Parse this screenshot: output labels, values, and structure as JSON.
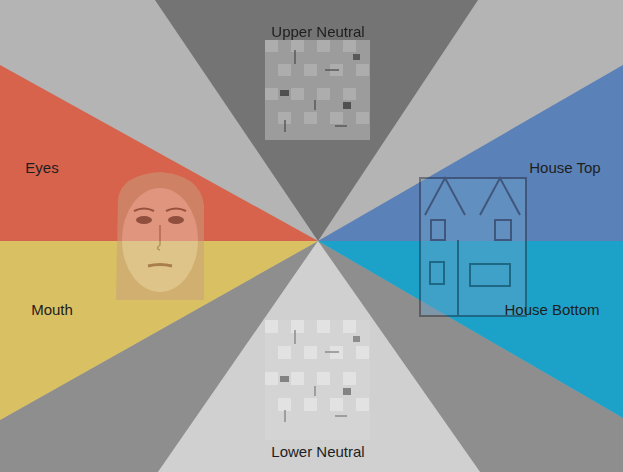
{
  "diagram": {
    "nodes": [
      {
        "text": [
          "Upper Neutral"
        ]
      },
      {
        "text": [
          "Eyes"
        ]
      },
      {
        "text": [
          "House Top"
        ]
      },
      {
        "text": [
          "Mouth"
        ]
      },
      {
        "text": [
          "House Bottom"
        ]
      },
      {
        "text": [
          "Lower Neutral"
        ]
      }
    ]
  }
}
